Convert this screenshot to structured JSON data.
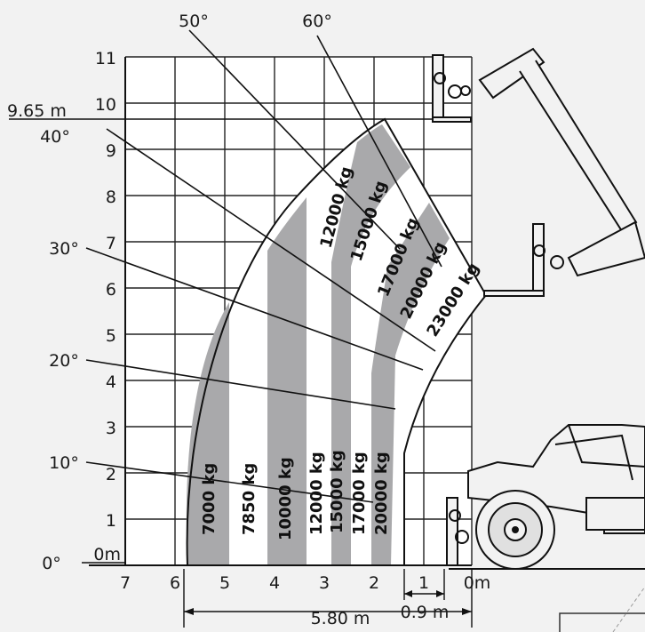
{
  "chart_data": {
    "type": "load-chart",
    "y_ticks": [
      "1",
      "2",
      "3",
      "4",
      "5",
      "6",
      "7",
      "8",
      "9",
      "10",
      "11"
    ],
    "y_zero_label": "0m",
    "x_ticks": [
      "7",
      "6",
      "5",
      "4",
      "3",
      "2",
      "1",
      "0m"
    ],
    "angles": [
      "0°",
      "10°",
      "20°",
      "30°",
      "40°",
      "50°",
      "60°"
    ],
    "max_height_label": "9.65 m",
    "dim_bottom": "5.80 m",
    "dim_fork": "0.9 m",
    "zones": [
      {
        "load": "7000 kg"
      },
      {
        "load": "7850 kg"
      },
      {
        "load": "10000 kg"
      },
      {
        "load": "12000 kg"
      },
      {
        "load": "15000 kg"
      },
      {
        "load": "17000 kg"
      },
      {
        "load": "20000 kg"
      },
      {
        "load": "23000 kg"
      }
    ]
  },
  "colors": {
    "band": "#a9a9ab",
    "line": "#111111",
    "background": "#f2f2f2"
  }
}
